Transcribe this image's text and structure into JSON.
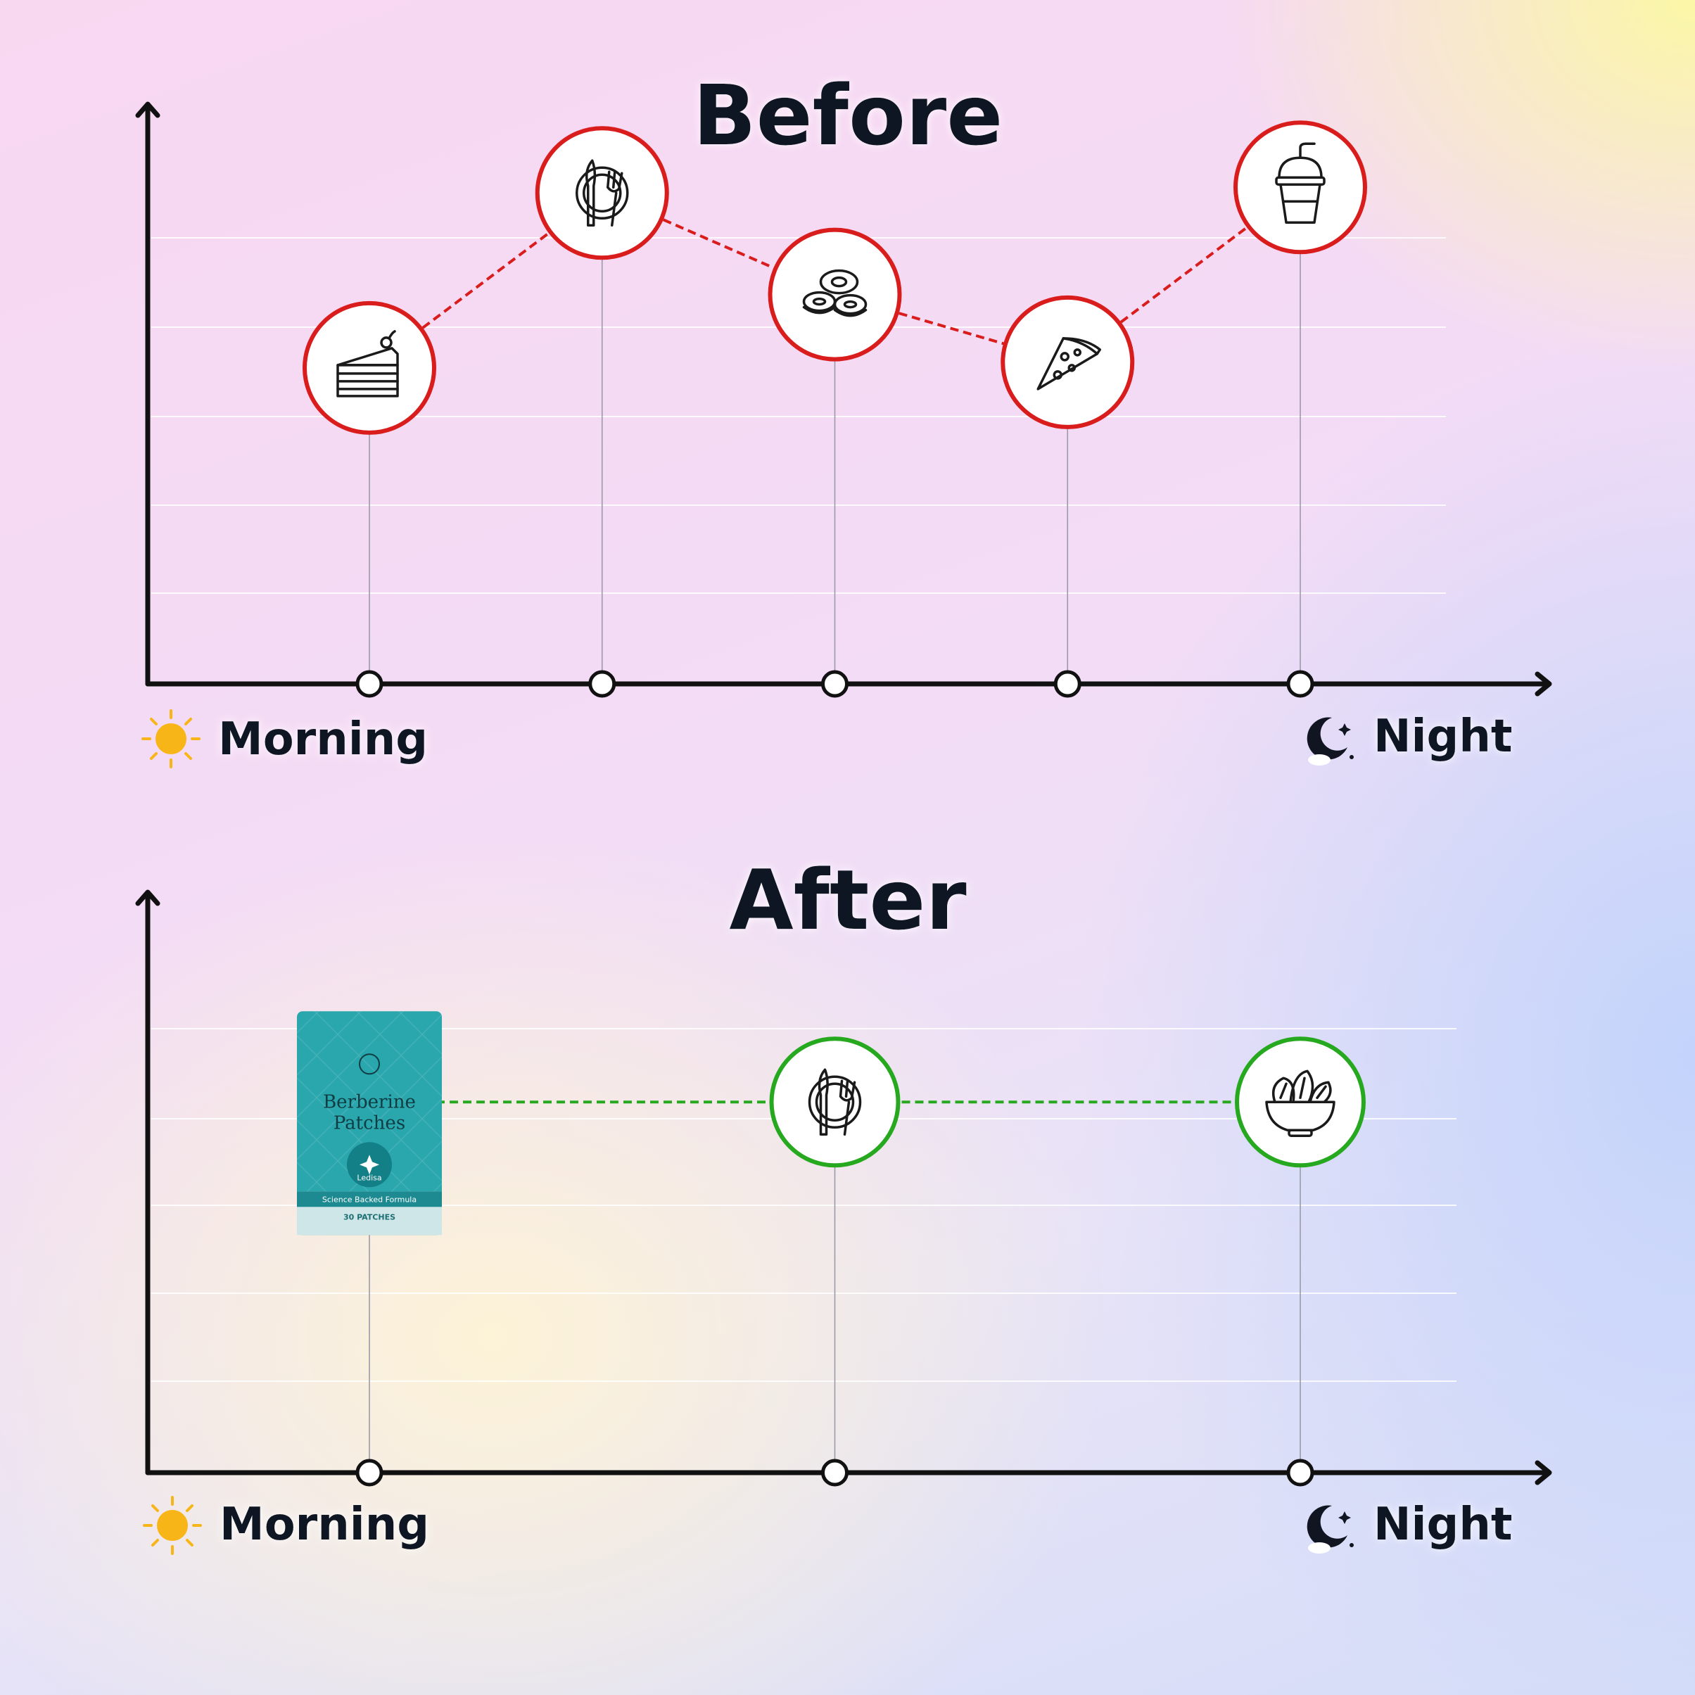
{
  "before": {
    "title": "Before",
    "x_start_label": "Morning",
    "x_end_label": "Night",
    "meals": [
      {
        "icon": "cake-icon",
        "level": 0.56
      },
      {
        "icon": "plate-cutlery-icon",
        "level": 0.87
      },
      {
        "icon": "cookies-icon",
        "level": 0.69
      },
      {
        "icon": "pizza-icon",
        "level": 0.57
      },
      {
        "icon": "drink-cup-icon",
        "level": 0.88
      }
    ],
    "line_color": "#d91c1c"
  },
  "after": {
    "title": "After",
    "x_start_label": "Morning",
    "x_end_label": "Night",
    "meals": [
      {
        "icon": "berberine-patches-pack",
        "level": 0.64
      },
      {
        "icon": "plate-cutlery-icon",
        "level": 0.64
      },
      {
        "icon": "salad-bowl-icon",
        "level": 0.64
      }
    ],
    "line_color": "#26a81f"
  },
  "product": {
    "brand": "Ledisa",
    "name_line1": "Berberine",
    "name_line2": "Patches",
    "tagline": "Science Backed Formula",
    "count": "30 PATCHES",
    "color": "#2aa6ad"
  },
  "icons": {
    "morning": "sun-icon",
    "night": "moon-stars-icon"
  }
}
